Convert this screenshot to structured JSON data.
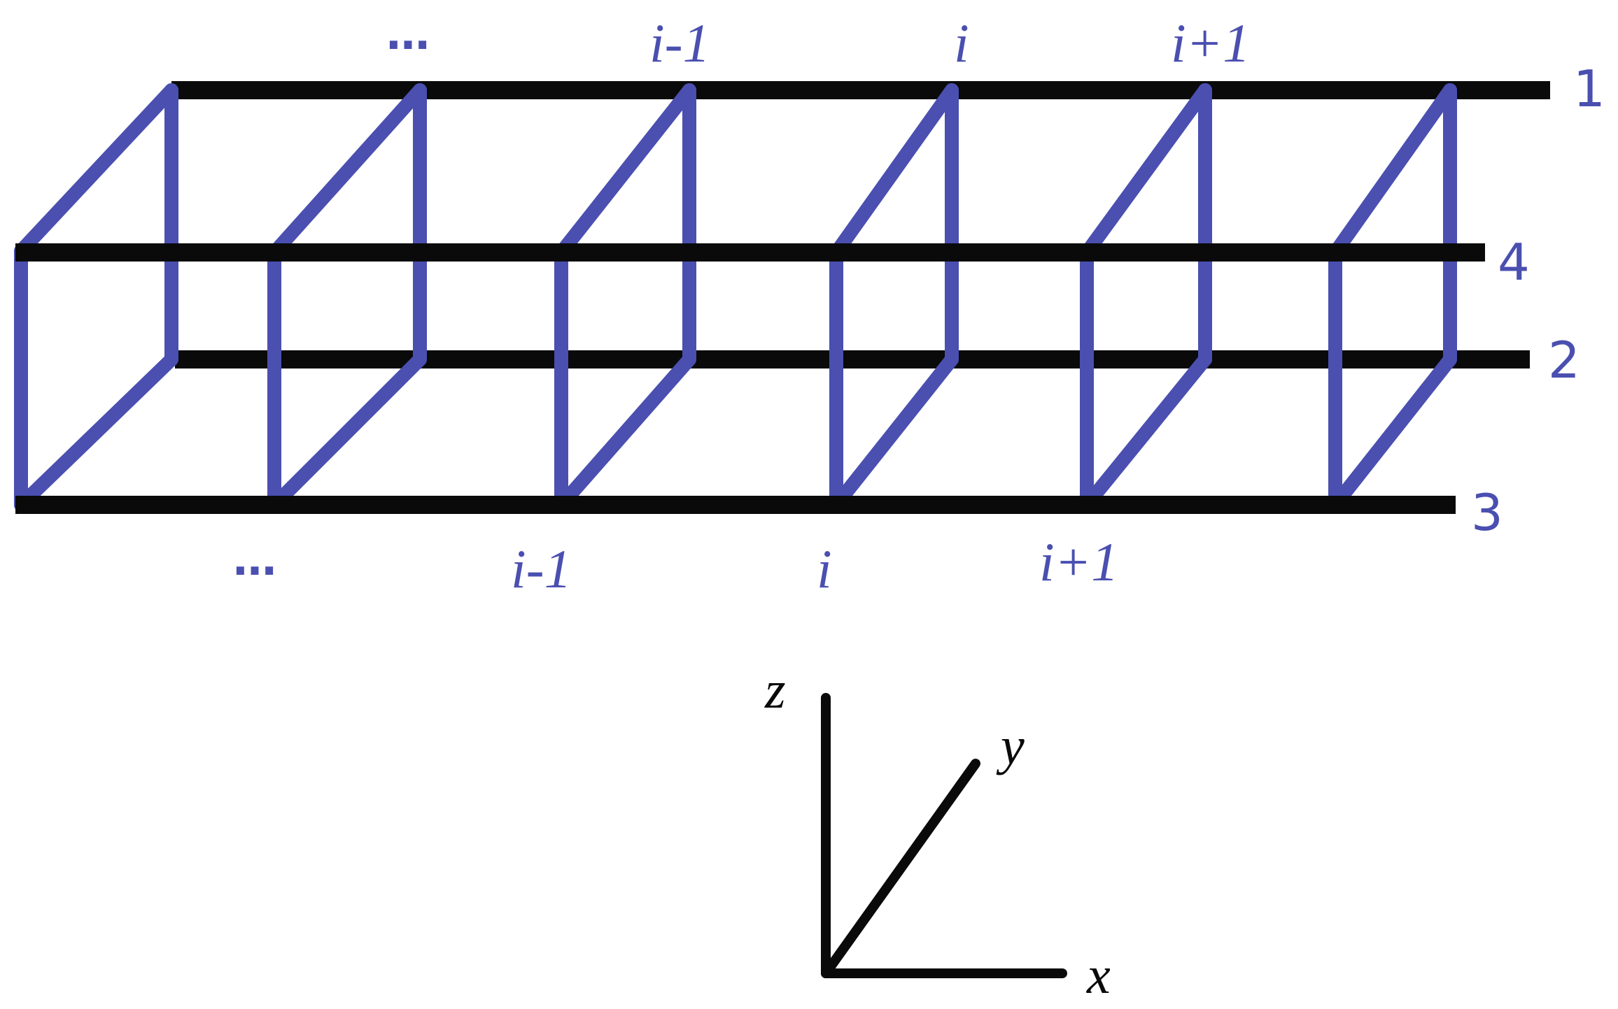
{
  "colors": {
    "rail": "#0a0a0a",
    "frame": "#4a4fb0",
    "label": "#4a4fb0",
    "axis": "#0a0a0a"
  },
  "rails": [
    {
      "id": "1",
      "label": "1"
    },
    {
      "id": "4",
      "label": "4"
    },
    {
      "id": "2",
      "label": "2"
    },
    {
      "id": "3",
      "label": "3"
    }
  ],
  "top_labels": {
    "dots": "…",
    "i_minus_1": "i-1",
    "i": "i",
    "i_plus_1": "i+1"
  },
  "bottom_labels": {
    "dots": "…",
    "i_minus_1": "i-1",
    "i": "i",
    "i_plus_1": "i+1"
  },
  "axes": {
    "x": "x",
    "y": "y",
    "z": "z"
  }
}
